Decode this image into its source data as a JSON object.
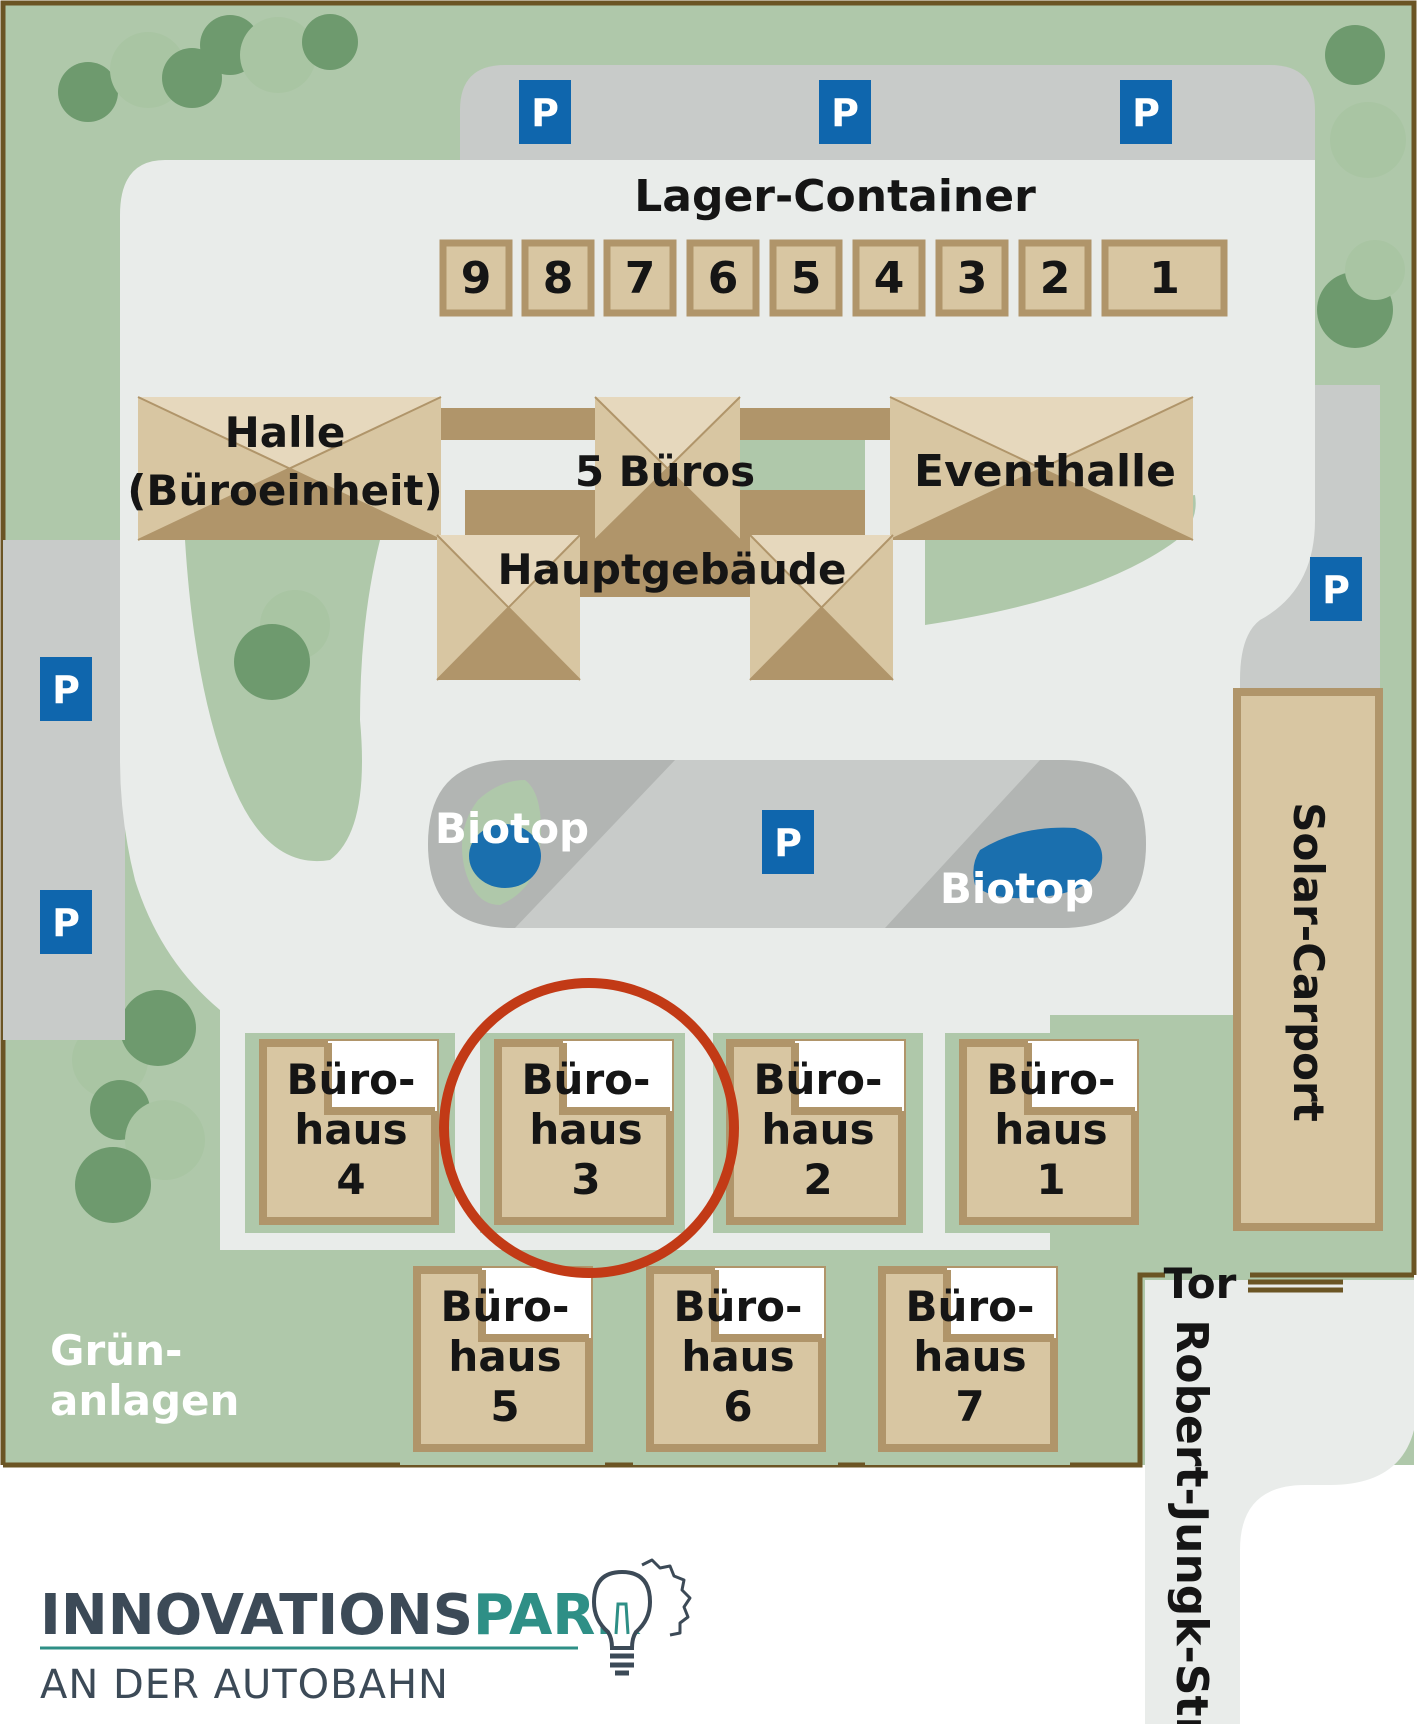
{
  "map": {
    "colors": {
      "green_area": "#afc8aa",
      "tree_dark": "#6e9a6e",
      "tree_light": "#a9c5a3",
      "path": "#e9ecea",
      "parking": "#c8cbc9",
      "building": "#d8c6a2",
      "building_border": "#b0956a",
      "roof_dark": "#b0956a",
      "water": "#1a6fae",
      "parking_sign": "#0f66ad",
      "boundary": "#6b5524",
      "highlight_circle": "#c23a16"
    },
    "containers": {
      "title": "Lager-Container",
      "numbers": [
        "9",
        "8",
        "7",
        "6",
        "5",
        "4",
        "3",
        "2",
        "1"
      ]
    },
    "main_buildings": {
      "halle_line1": "Halle",
      "halle_line2": "(Büroeinheit)",
      "fuenf_bueros": "5 Büros",
      "eventhalle": "Eventhalle",
      "hauptgebaeude": "Hauptgebäude"
    },
    "biotope": [
      "Biotop",
      "Biotop"
    ],
    "parking_label": "P",
    "solar_carport": "Solar-Carport",
    "gate": "Tor",
    "street": "Robert-Jungk-Str.",
    "green_label_line1": "Grün-",
    "green_label_line2": "anlagen",
    "office_houses": [
      {
        "line1": "Büro-",
        "line2": "haus",
        "number": "4",
        "highlighted": false
      },
      {
        "line1": "Büro-",
        "line2": "haus",
        "number": "3",
        "highlighted": true
      },
      {
        "line1": "Büro-",
        "line2": "haus",
        "number": "2",
        "highlighted": false
      },
      {
        "line1": "Büro-",
        "line2": "haus",
        "number": "1",
        "highlighted": false
      },
      {
        "line1": "Büro-",
        "line2": "haus",
        "number": "5",
        "highlighted": false
      },
      {
        "line1": "Büro-",
        "line2": "haus",
        "number": "6",
        "highlighted": false
      },
      {
        "line1": "Büro-",
        "line2": "haus",
        "number": "7",
        "highlighted": false
      }
    ]
  },
  "logo": {
    "part1": "INNOVATIONS",
    "part2": "PARK",
    "tagline": "AN DER AUTOBAHN",
    "icon": "lightbulb-gear-icon",
    "color_part1": "#3c4a57",
    "color_part2": "#2e8f86"
  }
}
